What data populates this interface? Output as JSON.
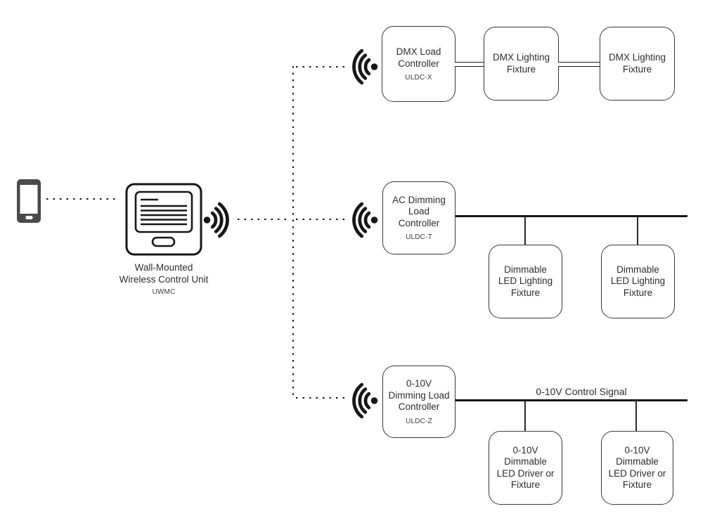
{
  "colors": {
    "line": "#161616",
    "box_border": "#383838",
    "text": "#2d2d2d",
    "phone_fill": "#4a4a4a",
    "background": "#ffffff"
  },
  "source": {
    "phone_icon": "smartphone-icon",
    "wireless_links": "dotted-wireless-links",
    "wall_unit": {
      "icon": "wall-control-unit-icon",
      "label": "Wall-Mounted\nWireless Control Unit",
      "code": "UWMC"
    }
  },
  "rows": [
    {
      "controller": {
        "label": "DMX Load\nController",
        "code": "ULDC-X"
      },
      "link_type": "double-line",
      "fixtures": [
        {
          "label": "DMX Lighting\nFixture"
        },
        {
          "label": "DMX Lighting\nFixture"
        }
      ]
    },
    {
      "controller": {
        "label": "AC Dimming\nLoad\nController",
        "code": "ULDC-T"
      },
      "link_type": "bus-line",
      "fixtures": [
        {
          "label": "Dimmable\nLED Lighting\nFixture"
        },
        {
          "label": "Dimmable\nLED Lighting\nFixture"
        }
      ]
    },
    {
      "controller": {
        "label": "0-10V\nDimming Load\nController",
        "code": "ULDC-Z"
      },
      "link_type": "bus-line",
      "bus_label": "0-10V Control Signal",
      "fixtures": [
        {
          "label": "0-10V\nDimmable\nLED Driver or\nFixture"
        },
        {
          "label": "0-10V\nDimmable\nLED Driver or\nFixture"
        }
      ]
    }
  ]
}
